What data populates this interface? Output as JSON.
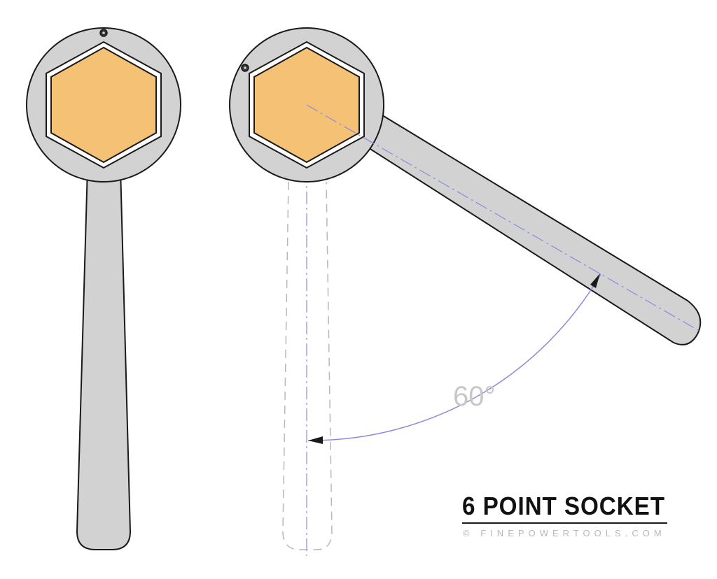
{
  "title": "6 POINT SOCKET",
  "credit": "© FINEPOWERTOOLS.COM",
  "angle_label": "60°",
  "colors": {
    "hex_fill": "#f5c275",
    "wrench_fill": "#d2d2d2",
    "outline": "#1a1a1a",
    "dashed_outline": "#b8b8b8",
    "guide_line": "#8a8ae0",
    "angle_text": "#c8c8c8"
  }
}
